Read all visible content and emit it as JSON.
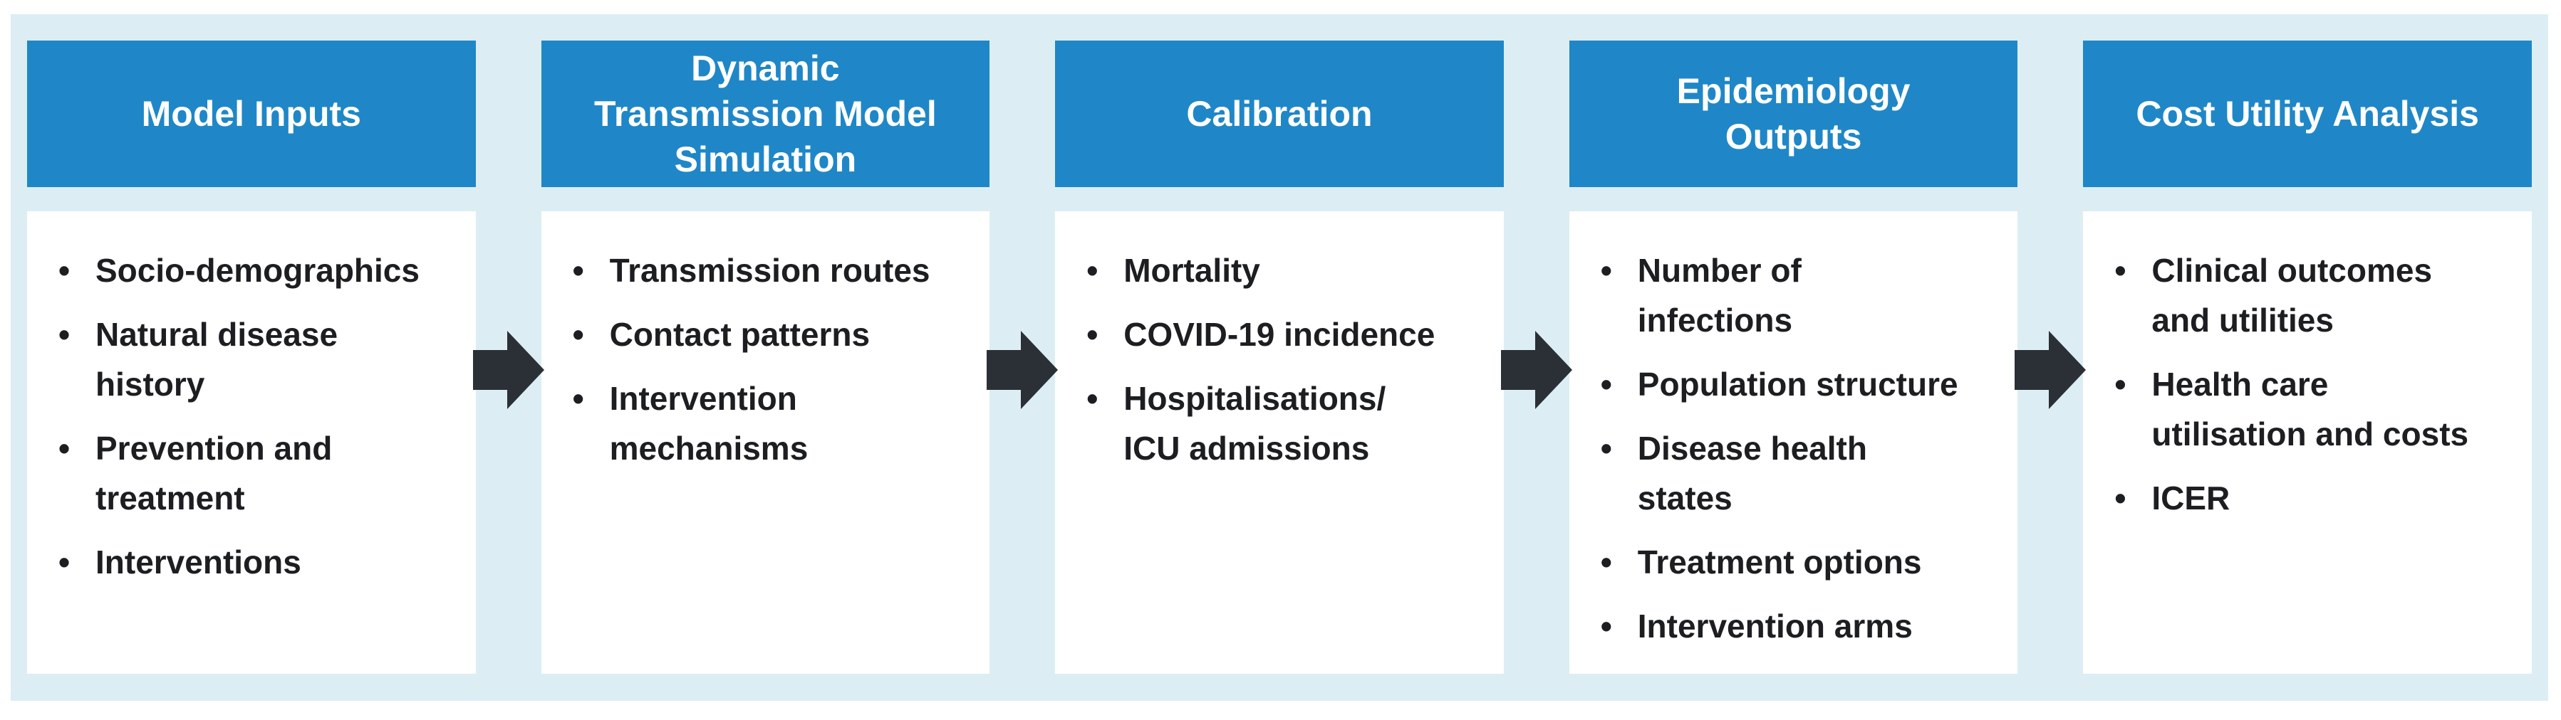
{
  "theme": {
    "page_bg": "#ffffff",
    "panel_bg": "#dceef4",
    "header_bg": "#1f87c7",
    "header_text": "#ffffff",
    "card_bg": "#ffffff",
    "text_color": "#1c1e21",
    "arrow_color": "#2b2f36"
  },
  "diagram": {
    "columns": [
      {
        "title": "Model Inputs",
        "items": [
          "Socio-demographics",
          "Natural disease\nhistory",
          "Prevention and\ntreatment",
          "Interventions"
        ]
      },
      {
        "title": "Dynamic\nTransmission Model\nSimulation",
        "items": [
          "Transmission routes",
          "Contact patterns",
          "Intervention\nmechanisms"
        ]
      },
      {
        "title": "Calibration",
        "items": [
          "Mortality",
          "COVID-19 incidence",
          "Hospitalisations/\nICU admissions"
        ]
      },
      {
        "title": "Epidemiology\nOutputs",
        "items": [
          "Number of\ninfections",
          "Population structure",
          "Disease health\nstates",
          "Treatment options",
          "Intervention arms"
        ]
      },
      {
        "title": "Cost Utility Analysis",
        "items": [
          "Clinical outcomes\nand utilities",
          "Health care\nutilisation and costs",
          "ICER"
        ]
      }
    ]
  }
}
